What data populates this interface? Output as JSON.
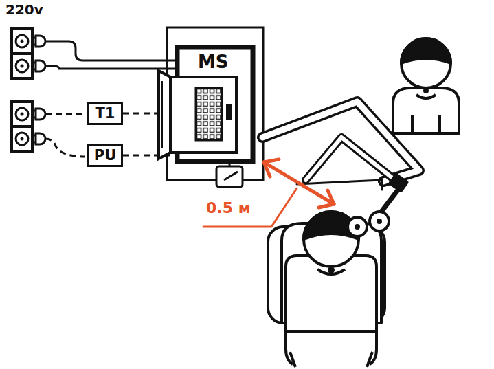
{
  "diagram": {
    "nodes": [
      {
        "text": [
          "MS"
        ]
      },
      {
        "text": [
          "T1"
        ]
      },
      {
        "text": [
          "PU"
        ]
      }
    ],
    "edges": [
      {
        "from": 1,
        "to": 0,
        "arrow": "none"
      },
      {
        "from": 2,
        "to": 0,
        "arrow": "none"
      }
    ],
    "labels": [
      "220v",
      "0.5 м"
    ]
  }
}
